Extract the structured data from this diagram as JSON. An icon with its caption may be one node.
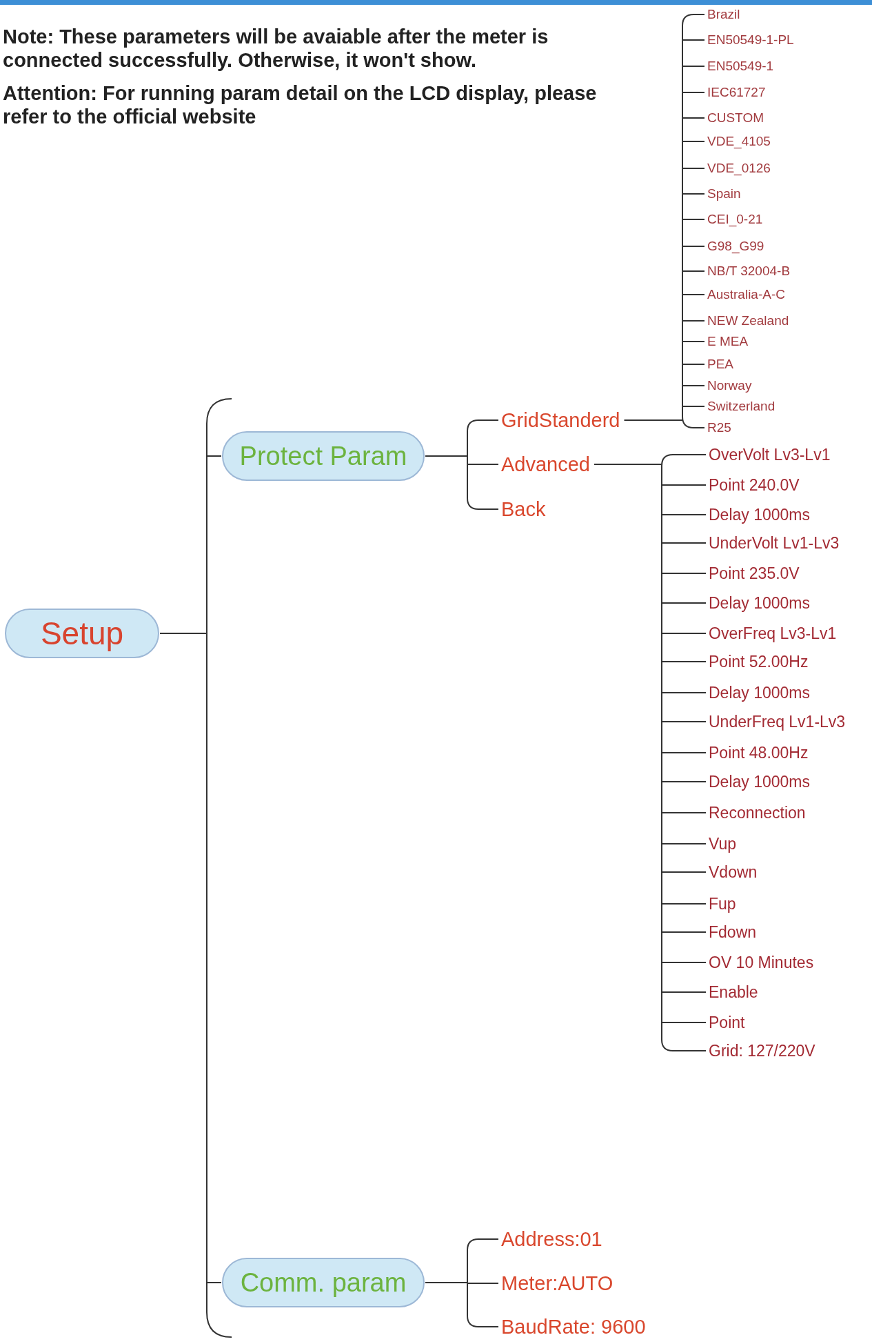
{
  "diagram": {
    "nodes": [
      {
        "text": [
          "Setup"
        ]
      },
      {
        "text": [
          "Protect Param"
        ]
      },
      {
        "text": [
          "GridStanderd"
        ]
      },
      {
        "text": [
          "Advanced"
        ]
      },
      {
        "text": [
          "Back"
        ]
      },
      {
        "text": [
          "Brazil"
        ]
      },
      {
        "text": [
          "EN50549-1-PL"
        ]
      },
      {
        "text": [
          "EN50549-1"
        ]
      },
      {
        "text": [
          "IEC61727"
        ]
      },
      {
        "text": [
          "CUSTOM"
        ]
      },
      {
        "text": [
          "VDE_4105"
        ]
      },
      {
        "text": [
          "VDE_0126"
        ]
      },
      {
        "text": [
          "Spain"
        ]
      },
      {
        "text": [
          "CEI_0-21"
        ]
      },
      {
        "text": [
          "G98_G99"
        ]
      },
      {
        "text": [
          "NB/T 32004-B"
        ]
      },
      {
        "text": [
          "Australia-A-C"
        ]
      },
      {
        "text": [
          "NEW Zealand"
        ]
      },
      {
        "text": [
          "E MEA"
        ]
      },
      {
        "text": [
          "PEA"
        ]
      },
      {
        "text": [
          "Norway"
        ]
      },
      {
        "text": [
          "Switzerland"
        ]
      },
      {
        "text": [
          "R25"
        ]
      },
      {
        "text": [
          "OverVolt Lv3-Lv1"
        ]
      },
      {
        "text": [
          "Point 240.0V"
        ]
      },
      {
        "text": [
          "Delay 1000ms"
        ]
      },
      {
        "text": [
          "UnderVolt Lv1-Lv3"
        ]
      },
      {
        "text": [
          "Point 235.0V"
        ]
      },
      {
        "text": [
          "Delay 1000ms"
        ]
      },
      {
        "text": [
          "OverFreq Lv3-Lv1"
        ]
      },
      {
        "text": [
          "Point 52.00Hz"
        ]
      },
      {
        "text": [
          "Delay 1000ms"
        ]
      },
      {
        "text": [
          "UnderFreq Lv1-Lv3"
        ]
      },
      {
        "text": [
          "Point 48.00Hz"
        ]
      },
      {
        "text": [
          "Delay 1000ms"
        ]
      },
      {
        "text": [
          "Reconnection"
        ]
      },
      {
        "text": [
          "Vup"
        ]
      },
      {
        "text": [
          "Vdown"
        ]
      },
      {
        "text": [
          "Fup"
        ]
      },
      {
        "text": [
          "Fdown"
        ]
      },
      {
        "text": [
          "OV 10 Minutes"
        ]
      },
      {
        "text": [
          "Enable"
        ]
      },
      {
        "text": [
          "Point"
        ]
      },
      {
        "text": [
          "Grid: 127/220V"
        ]
      },
      {
        "text": [
          "Comm. param"
        ]
      },
      {
        "text": [
          "Address:01"
        ]
      },
      {
        "text": [
          "Meter:AUTO"
        ]
      },
      {
        "text": [
          "BaudRate: 9600"
        ]
      }
    ],
    "edges": [
      {
        "from": 0,
        "to": 1,
        "arrow": "none"
      },
      {
        "from": 1,
        "to": 2,
        "arrow": "none"
      },
      {
        "from": 1,
        "to": 3,
        "arrow": "none"
      },
      {
        "from": 1,
        "to": 4,
        "arrow": "none"
      },
      {
        "from": 2,
        "to": 5,
        "arrow": "none"
      },
      {
        "from": 2,
        "to": 6,
        "arrow": "none"
      },
      {
        "from": 2,
        "to": 7,
        "arrow": "none"
      },
      {
        "from": 2,
        "to": 8,
        "arrow": "none"
      },
      {
        "from": 2,
        "to": 9,
        "arrow": "none"
      },
      {
        "from": 2,
        "to": 10,
        "arrow": "none"
      },
      {
        "from": 2,
        "to": 11,
        "arrow": "none"
      },
      {
        "from": 2,
        "to": 12,
        "arrow": "none"
      },
      {
        "from": 2,
        "to": 13,
        "arrow": "none"
      },
      {
        "from": 2,
        "to": 14,
        "arrow": "none"
      },
      {
        "from": 2,
        "to": 15,
        "arrow": "none"
      },
      {
        "from": 2,
        "to": 16,
        "arrow": "none"
      },
      {
        "from": 2,
        "to": 17,
        "arrow": "none"
      },
      {
        "from": 2,
        "to": 18,
        "arrow": "none"
      },
      {
        "from": 2,
        "to": 19,
        "arrow": "none"
      },
      {
        "from": 2,
        "to": 20,
        "arrow": "none"
      },
      {
        "from": 2,
        "to": 21,
        "arrow": "none"
      },
      {
        "from": 2,
        "to": 22,
        "arrow": "none"
      },
      {
        "from": 3,
        "to": 23,
        "arrow": "none"
      },
      {
        "from": 3,
        "to": 24,
        "arrow": "none"
      },
      {
        "from": 3,
        "to": 25,
        "arrow": "none"
      },
      {
        "from": 3,
        "to": 26,
        "arrow": "none"
      },
      {
        "from": 3,
        "to": 27,
        "arrow": "none"
      },
      {
        "from": 3,
        "to": 28,
        "arrow": "none"
      },
      {
        "from": 3,
        "to": 29,
        "arrow": "none"
      },
      {
        "from": 3,
        "to": 30,
        "arrow": "none"
      },
      {
        "from": 3,
        "to": 31,
        "arrow": "none"
      },
      {
        "from": 3,
        "to": 32,
        "arrow": "none"
      },
      {
        "from": 3,
        "to": 33,
        "arrow": "none"
      },
      {
        "from": 3,
        "to": 34,
        "arrow": "none"
      },
      {
        "from": 3,
        "to": 35,
        "arrow": "none"
      },
      {
        "from": 3,
        "to": 36,
        "arrow": "none"
      },
      {
        "from": 3,
        "to": 37,
        "arrow": "none"
      },
      {
        "from": 3,
        "to": 38,
        "arrow": "none"
      },
      {
        "from": 3,
        "to": 39,
        "arrow": "none"
      },
      {
        "from": 3,
        "to": 40,
        "arrow": "none"
      },
      {
        "from": 3,
        "to": 41,
        "arrow": "none"
      },
      {
        "from": 3,
        "to": 42,
        "arrow": "none"
      },
      {
        "from": 3,
        "to": 43,
        "arrow": "none"
      },
      {
        "from": 0,
        "to": 44,
        "arrow": "none"
      },
      {
        "from": 44,
        "to": 45,
        "arrow": "none"
      },
      {
        "from": 44,
        "to": 46,
        "arrow": "none"
      },
      {
        "from": 44,
        "to": 47,
        "arrow": "none"
      }
    ],
    "labels": [
      "Note: These parameters will be avaiable after the meter is connected successfully. Otherwise, it won't show.",
      "Attention: For running param detail on the LCD display, please refer to the official website"
    ]
  }
}
